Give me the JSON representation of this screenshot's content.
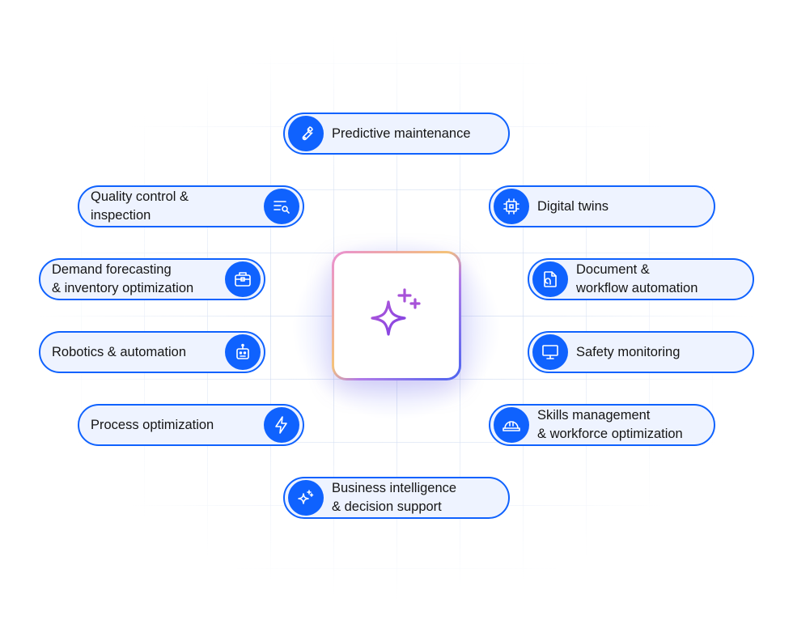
{
  "hub": {
    "icon": "sparkle-icon"
  },
  "items": [
    {
      "id": "predictive",
      "line1": "Predictive maintenance",
      "line2": "",
      "icon": "wrench-icon"
    },
    {
      "id": "quality",
      "line1": "Quality control &",
      "line2": "inspection",
      "icon": "list-search-icon"
    },
    {
      "id": "demand",
      "line1": "Demand forecasting",
      "line2": "& inventory optimization",
      "icon": "inventory-box-icon"
    },
    {
      "id": "robotics",
      "line1": "Robotics & automation",
      "line2": "",
      "icon": "robot-icon"
    },
    {
      "id": "process",
      "line1": "Process optimization",
      "line2": "",
      "icon": "lightning-icon"
    },
    {
      "id": "bi",
      "line1": "Business intelligence",
      "line2": "& decision support",
      "icon": "sparkle-icon"
    },
    {
      "id": "digital-twins",
      "line1": "Digital twins",
      "line2": "",
      "icon": "chip-icon"
    },
    {
      "id": "document",
      "line1": "Document &",
      "line2": "workflow automation",
      "icon": "document-workflow-icon"
    },
    {
      "id": "safety",
      "line1": "Safety monitoring",
      "line2": "",
      "icon": "monitor-icon"
    },
    {
      "id": "skills",
      "line1": "Skills management",
      "line2": "& workforce optimization",
      "icon": "hard-hat-icon"
    }
  ],
  "colors": {
    "accent": "#0f62fe",
    "pill_bg": "#eef3ff",
    "hub_icon": "#8a3ffc"
  }
}
